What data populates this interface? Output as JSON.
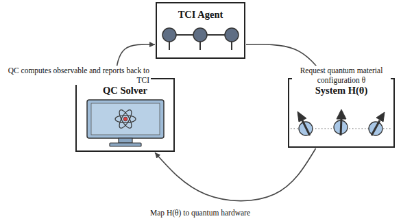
{
  "diagram": {
    "nodes": [
      {
        "text": [
          "TCI Agent"
        ]
      },
      {
        "text": [
          "QC Solver"
        ]
      },
      {
        "text": [
          "System H(θ)"
        ]
      }
    ],
    "edges": [
      {
        "from": 0,
        "to": 2,
        "arrow": "to",
        "label": "Request quantum material configuration θ"
      },
      {
        "from": 2,
        "to": 1,
        "arrow": "to",
        "label": "Map H(θ) to quantum hardware"
      },
      {
        "from": 1,
        "to": 0,
        "arrow": "to",
        "label": "QC computes observable and reports back to TCI"
      }
    ]
  }
}
